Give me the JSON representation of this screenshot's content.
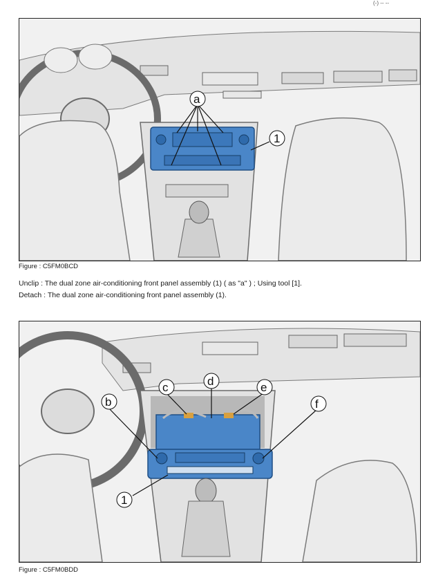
{
  "page_header": "(-) -- --",
  "figures": [
    {
      "caption": "Figure : C5FM0BCD",
      "callouts": {
        "a": "a",
        "one": "1"
      }
    },
    {
      "caption": "Figure : C5FM0BDD",
      "callouts": {
        "b": "b",
        "c": "c",
        "d": "d",
        "e": "e",
        "f": "f",
        "one": "1"
      }
    }
  ],
  "instructions": [
    "Unclip : The dual zone air-conditioning front panel assembly (1) ( as \"a\" ) ; Using tool [1].",
    "Detach : The dual zone air-conditioning front panel assembly (1)."
  ],
  "colors": {
    "panel_blue": "#4a86c8",
    "line_gray": "#6b6b6b",
    "bg_white": "#ffffff"
  }
}
